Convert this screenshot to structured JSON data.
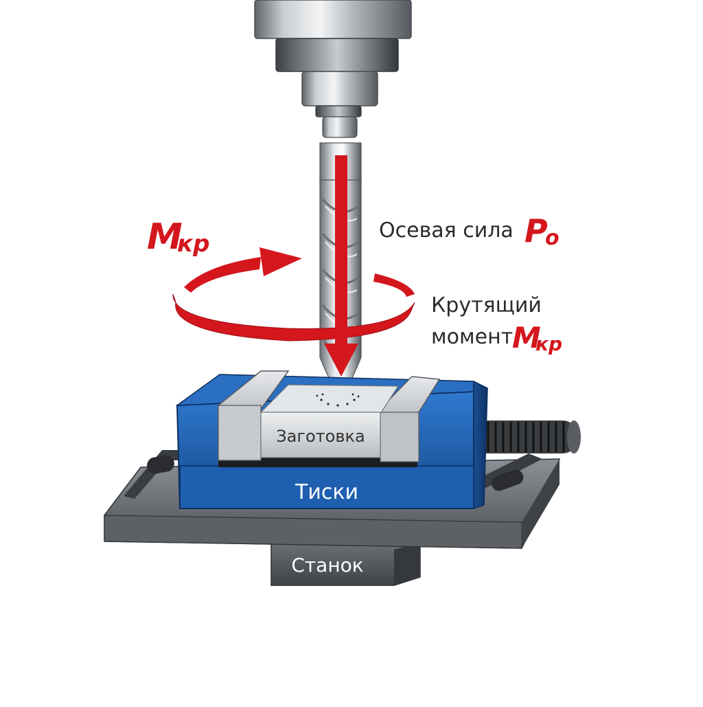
{
  "labels": {
    "torque_left_main": "M",
    "torque_left_sub": "кр",
    "axial_force_text": "Осевая сила",
    "axial_force_symbol": "P",
    "axial_force_sub": "o",
    "torque_right_line1": "Крутящий",
    "torque_right_line2": "момент",
    "torque_right_symbol": "M",
    "torque_right_sub": "кр",
    "workpiece": "Заготовка",
    "vise": "Тиски",
    "machine": "Станок"
  },
  "colors": {
    "accent_red": "#d4161d",
    "vise_blue": "#1f5fb0",
    "steel": "#9aa0a6",
    "label_dark": "#2b2b2b"
  }
}
